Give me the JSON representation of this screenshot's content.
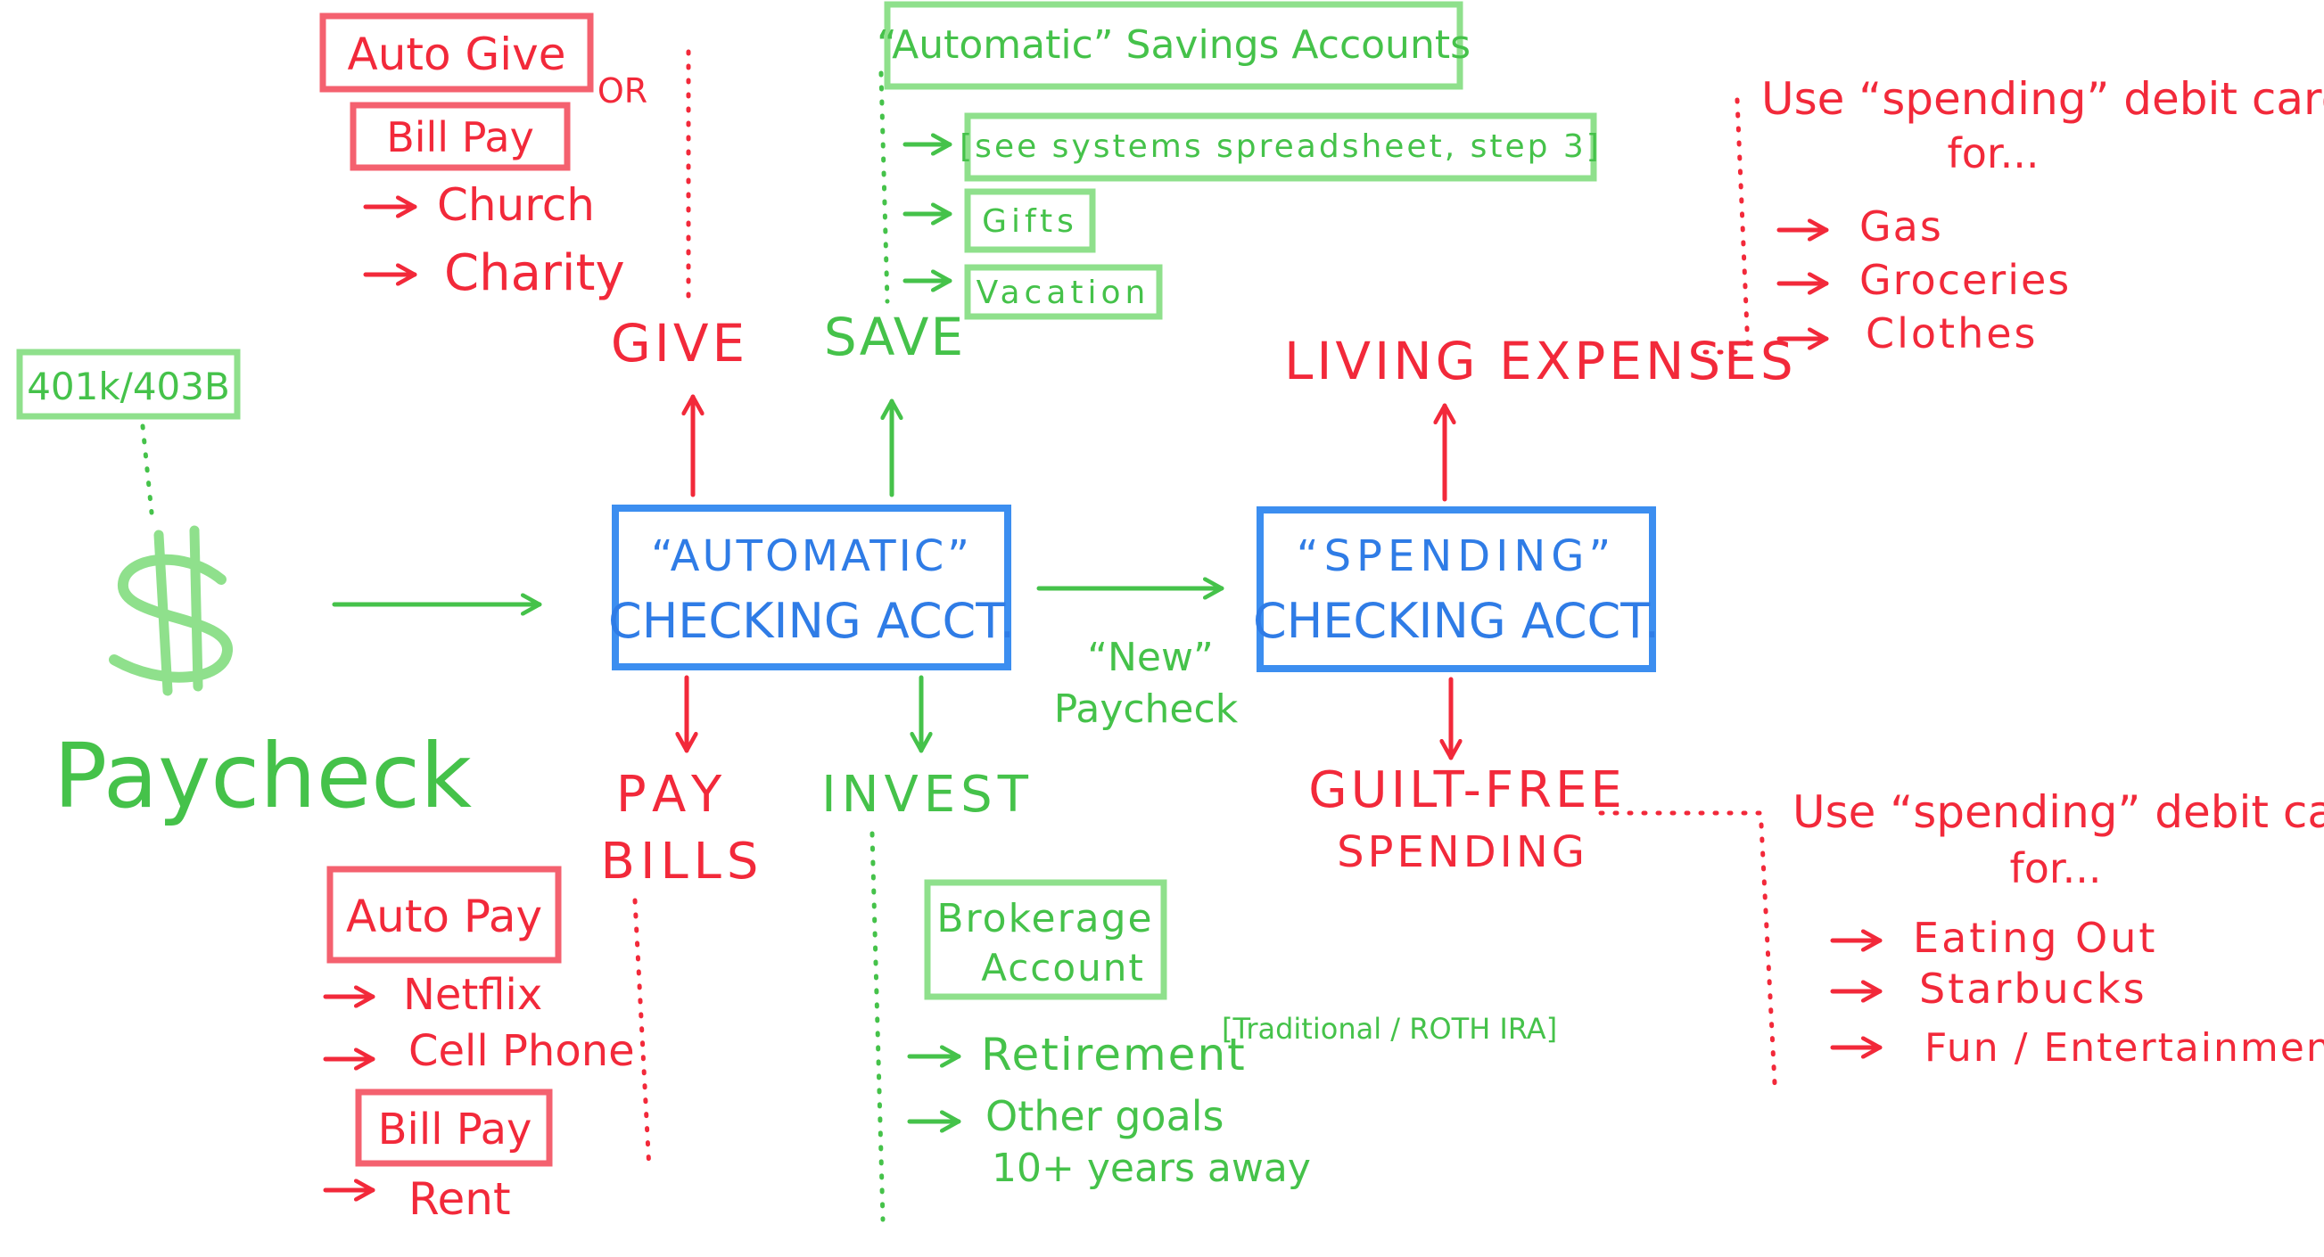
{
  "paycheck": {
    "label": "Paycheck",
    "retirement_box": "401k/403B"
  },
  "automatic_checking": {
    "line1": "“AUTOMATIC”",
    "line2": "CHECKING ACCT."
  },
  "spending_checking": {
    "line1": "“SPENDING”",
    "line2": "CHECKING ACCT."
  },
  "new_paycheck": {
    "line1": "“New”",
    "line2": "Paycheck"
  },
  "give": {
    "label": "GIVE",
    "auto_give": "Auto Give",
    "or": "OR",
    "bill_pay": "Bill Pay",
    "items": [
      "Church",
      "Charity"
    ]
  },
  "save": {
    "label": "SAVE",
    "header": "“Automatic” Savings Accounts",
    "items": [
      "[see systems spreadsheet, step 3]",
      "Gifts",
      "Vacation"
    ]
  },
  "pay_bills": {
    "line1": "PAY",
    "line2": "BILLS",
    "auto_pay": "Auto Pay",
    "auto_items": [
      "Netflix",
      "Cell Phone"
    ],
    "bill_pay": "Bill Pay",
    "bill_items": [
      "Rent"
    ]
  },
  "invest": {
    "label": "INVEST",
    "brokerage_line1": "Brokerage",
    "brokerage_line2": "Account",
    "retirement": "Retirement",
    "retirement_note": "[Traditional / ROTH IRA]",
    "other_line1": "Other goals",
    "other_line2": "10+ years away"
  },
  "living_expenses": {
    "label": "LIVING EXPENSES",
    "note_line1": "Use “spending” debit card",
    "note_line2": "for...",
    "items": [
      "Gas",
      "Groceries",
      "Clothes"
    ]
  },
  "guilt_free": {
    "line1": "GUILT-FREE",
    "line2": "SPENDING",
    "note_line1": "Use “spending” debit card",
    "note_line2": "for...",
    "items": [
      "Eating Out",
      "Starbucks",
      "Fun / Entertainment"
    ]
  },
  "colors": {
    "red": "#f2293a",
    "green": "#45c24a",
    "blue": "#2f7ce6",
    "red_box": "#f4616f",
    "green_box": "#8fe08c",
    "blue_box": "#3c8ef0"
  }
}
